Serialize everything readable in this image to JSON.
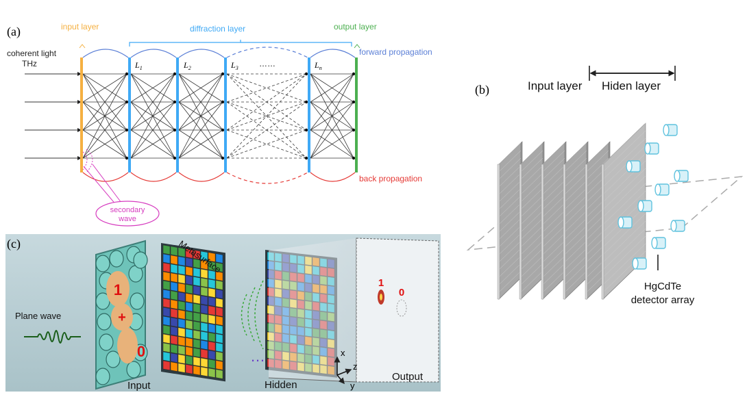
{
  "panel_a": {
    "label": "(a)",
    "input_layer": "input layer",
    "diffraction_layer": "diffraction layer",
    "output_layer": "output layer",
    "source_line1": "coherent light",
    "source_line2": "THz",
    "forward": "forward propagation",
    "back": "back propagation",
    "secondary_line1": "secondary",
    "secondary_line2": "wave",
    "layers": [
      "L",
      "L",
      "L",
      "……",
      "L"
    ],
    "layer_subs": [
      "1",
      "2",
      "3",
      "",
      "n"
    ],
    "colors": {
      "input": "#f5b041",
      "diffraction": "#3fa9f5",
      "output": "#4caf50",
      "forward": "#5b7fd6",
      "back": "#e53935",
      "secondary": "#d63bbf"
    }
  },
  "panel_b": {
    "label": "(b)",
    "input_layer": "Input layer",
    "hidden_layer": "Hiden layer",
    "detector_line1": "HgCdTe",
    "detector_line2": "detector array"
  },
  "panel_c": {
    "label": "(c)",
    "plane_wave": "Plane wave",
    "metasurface": "Metasurface",
    "input": "Input",
    "hidden": "Hidden",
    "output": "Output",
    "digit_top": "1",
    "digit_plus": "+",
    "digit_bottom": "0",
    "out_1": "1",
    "out_0": "0",
    "dots": "…",
    "axis_x": "x",
    "axis_y": "y",
    "axis_z": "z"
  }
}
